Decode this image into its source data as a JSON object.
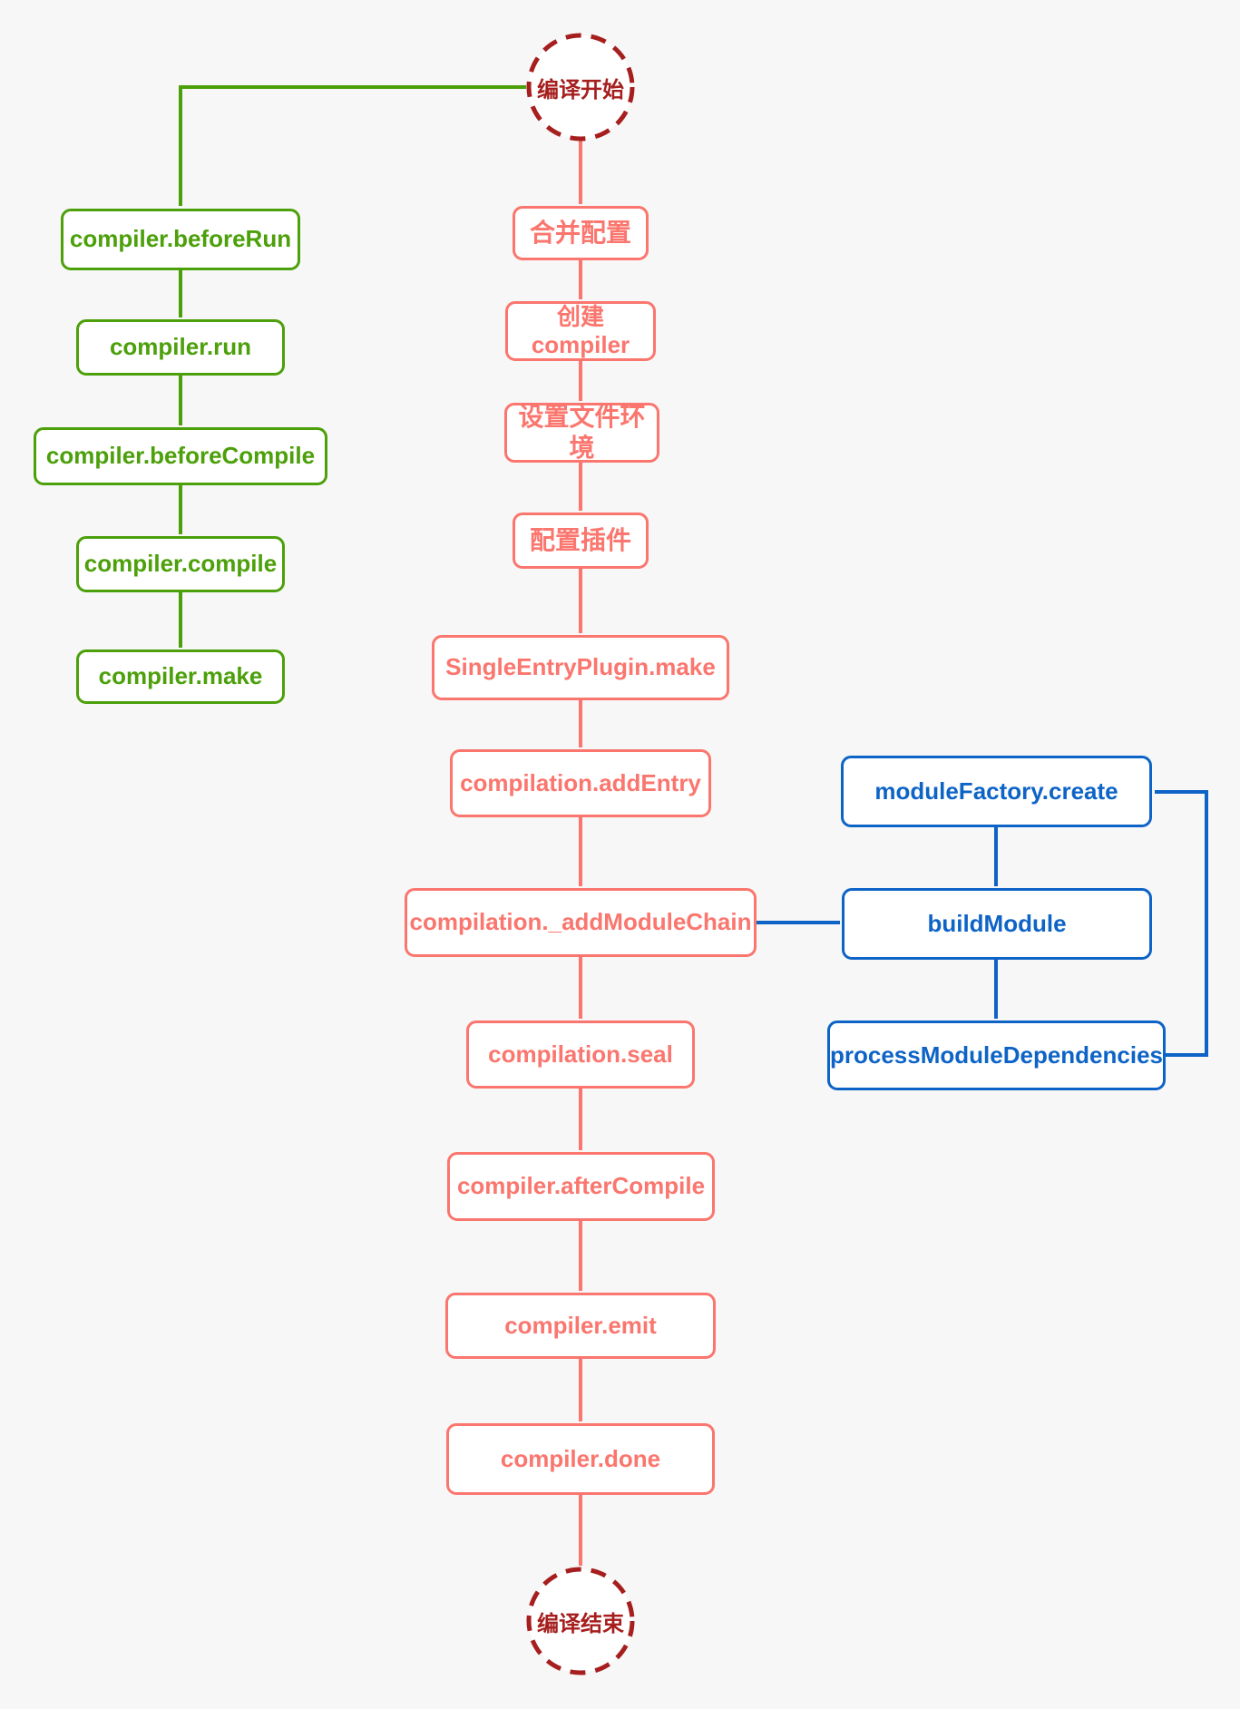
{
  "colors": {
    "green": "#4CA00A",
    "salmon": "#FA766E",
    "dark_red": "#A61E1E",
    "blue": "#0D64C6",
    "background": "#F7F7F7",
    "node_fill": "#FFFFFF"
  },
  "nodes": {
    "start": "编译开始",
    "compiler_beforeRun": "compiler.beforeRun",
    "compiler_run": "compiler.run",
    "compiler_beforeCompile": "compiler.beforeCompile",
    "compiler_compile": "compiler.compile",
    "compiler_make": "compiler.make",
    "merge_config": "合并配置",
    "create_compiler": "创建\ncompiler",
    "set_file_environment": "设置文件环境",
    "config_plugins": "配置插件",
    "single_entry_plugin_make": "SingleEntryPlugin.make",
    "compilation_add_entry": "compilation.addEntry",
    "compilation_add_module_chain": "compilation._addModuleChain",
    "compilation_seal": "compilation.seal",
    "compiler_after_compile": "compiler.afterCompile",
    "compiler_emit": "compiler.emit",
    "compiler_done": "compiler.done",
    "end": "编译结束",
    "module_factory_create": "moduleFactory.create",
    "build_module": "buildModule",
    "process_module_dependencies": "processModuleDependencies"
  },
  "edges": [
    {
      "from": "start",
      "to": "compiler_beforeRun"
    },
    {
      "from": "compiler_beforeRun",
      "to": "compiler_run"
    },
    {
      "from": "compiler_run",
      "to": "compiler_beforeCompile"
    },
    {
      "from": "compiler_beforeCompile",
      "to": "compiler_compile"
    },
    {
      "from": "compiler_compile",
      "to": "compiler_make"
    },
    {
      "from": "start",
      "to": "merge_config"
    },
    {
      "from": "merge_config",
      "to": "create_compiler"
    },
    {
      "from": "create_compiler",
      "to": "set_file_environment"
    },
    {
      "from": "set_file_environment",
      "to": "config_plugins"
    },
    {
      "from": "config_plugins",
      "to": "single_entry_plugin_make"
    },
    {
      "from": "single_entry_plugin_make",
      "to": "compilation_add_entry"
    },
    {
      "from": "compilation_add_entry",
      "to": "compilation_add_module_chain"
    },
    {
      "from": "compilation_add_module_chain",
      "to": "build_module"
    },
    {
      "from": "module_factory_create",
      "to": "build_module"
    },
    {
      "from": "build_module",
      "to": "process_module_dependencies"
    },
    {
      "from": "process_module_dependencies",
      "to": "module_factory_create"
    },
    {
      "from": "compilation_add_module_chain",
      "to": "compilation_seal"
    },
    {
      "from": "compilation_seal",
      "to": "compiler_after_compile"
    },
    {
      "from": "compiler_after_compile",
      "to": "compiler_emit"
    },
    {
      "from": "compiler_emit",
      "to": "compiler_done"
    },
    {
      "from": "compiler_done",
      "to": "end"
    }
  ]
}
